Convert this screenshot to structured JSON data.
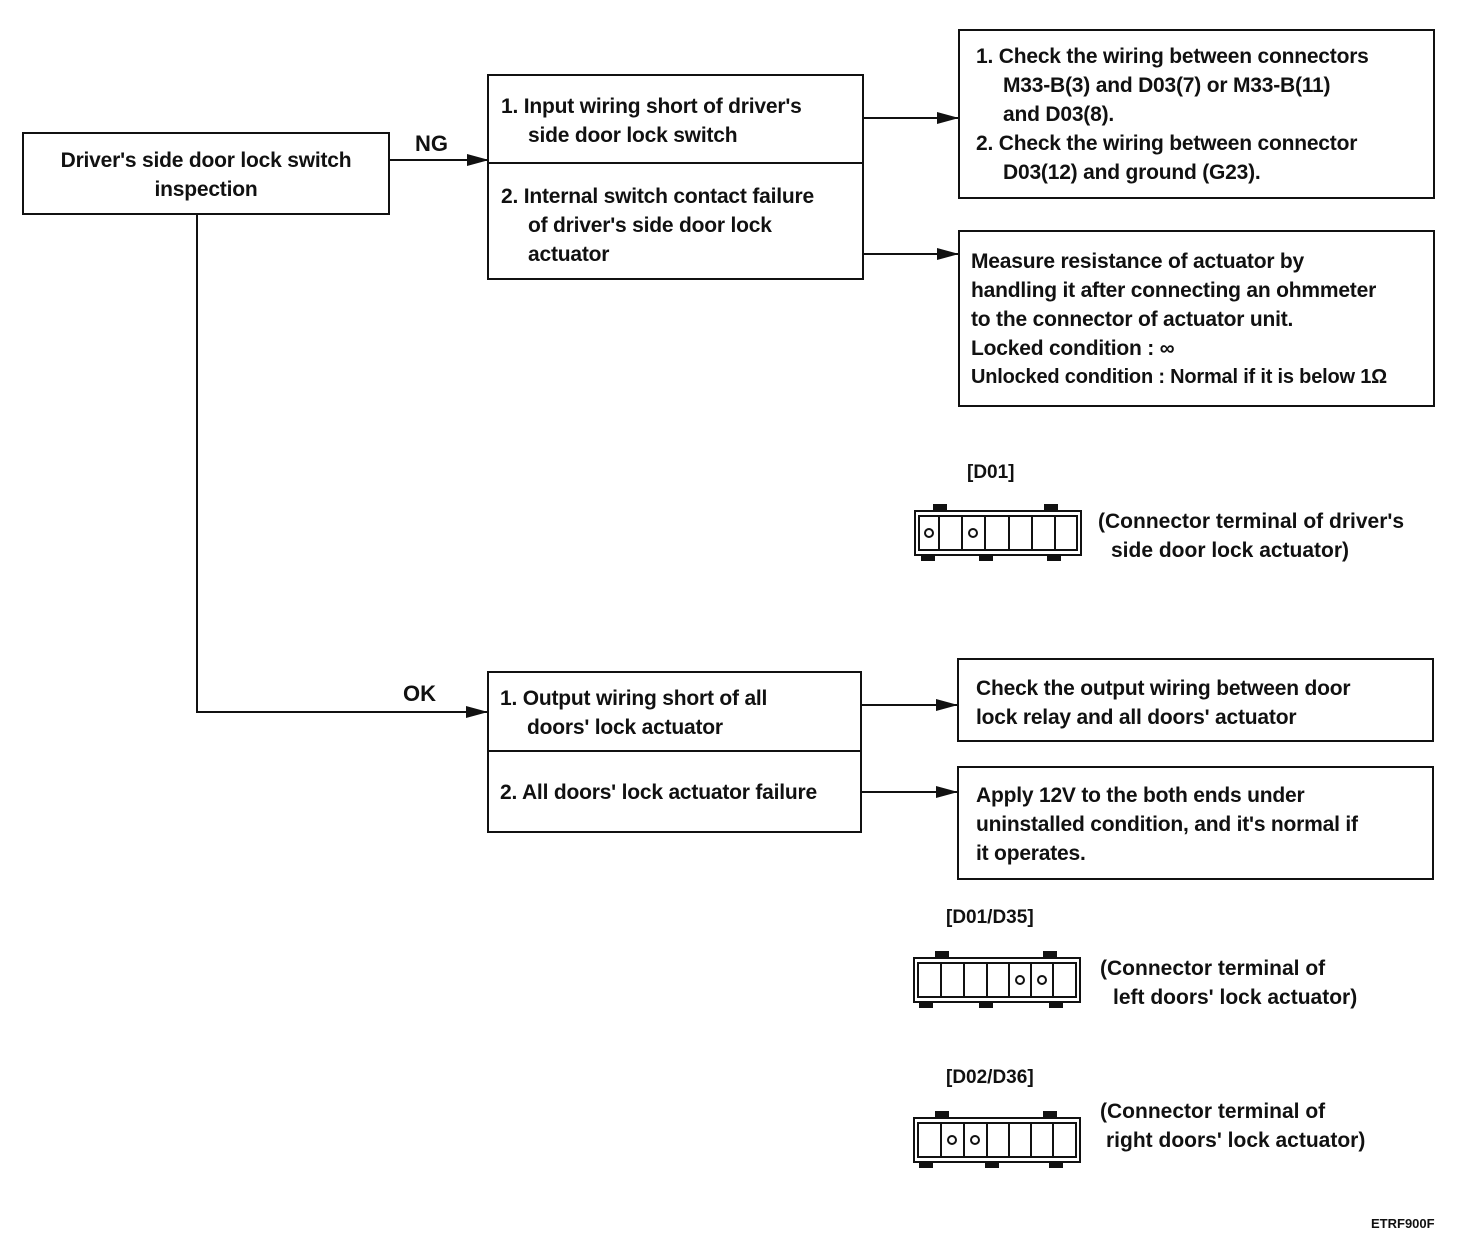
{
  "start_box": {
    "lines": [
      "Driver's side door lock switch",
      "inspection"
    ]
  },
  "branch_labels": {
    "ng": "NG",
    "ok": "OK"
  },
  "ng_causes": [
    {
      "lines": [
        "1. Input wiring short of driver's",
        "side door lock switch"
      ]
    },
    {
      "lines": [
        "2. Internal switch contact failure",
        "of driver's side door lock",
        "actuator"
      ]
    }
  ],
  "ng_actions": [
    {
      "lines": [
        "1. Check the wiring between connectors",
        "M33-B(3) and D03(7) or M33-B(11)",
        "and D03(8).",
        "2. Check the wiring between connector",
        "D03(12) and ground (G23)."
      ]
    },
    {
      "lines": [
        "Measure resistance of actuator by",
        "handling it after connecting an ohmmeter",
        "to the connector of actuator unit.",
        "Locked condition : ∞",
        "Unlocked condition : Normal if it is below 1Ω"
      ]
    }
  ],
  "ok_causes": [
    {
      "lines": [
        "1. Output wiring short of all",
        "doors' lock actuator"
      ]
    },
    {
      "lines": [
        "2. All doors' lock actuator failure"
      ]
    }
  ],
  "ok_actions": [
    {
      "lines": [
        "Check the output wiring between door",
        "lock relay and all doors' actuator"
      ]
    },
    {
      "lines": [
        "Apply 12V to the both ends under",
        "uninstalled condition, and it's normal if",
        "it operates."
      ]
    }
  ],
  "connectors": [
    {
      "tag": "[D01]",
      "caption": [
        "(Connector terminal of driver's",
        "side door lock actuator)"
      ]
    },
    {
      "tag": "[D01/D35]",
      "caption": [
        "(Connector terminal of",
        "left doors' lock actuator)"
      ]
    },
    {
      "tag": "[D02/D36]",
      "caption": [
        "(Connector terminal of",
        "right doors' lock actuator)"
      ]
    }
  ],
  "figure_code": "ETRF900F"
}
